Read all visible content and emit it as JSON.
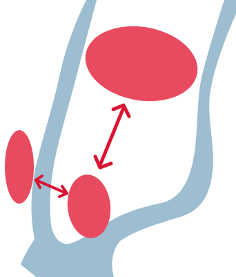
{
  "diagram": {
    "colors": {
      "background": "#ffffff",
      "vessel": "#9dbdd0",
      "blob": "#e84a5f",
      "arrow": "#d91432"
    },
    "elements": {
      "vessel": "vessel-shape",
      "large_blob": "ellipse",
      "left_blob": "ellipse",
      "lower_blob": "ellipse",
      "arrows": [
        "double-headed-arrow",
        "double-headed-arrow"
      ]
    }
  }
}
